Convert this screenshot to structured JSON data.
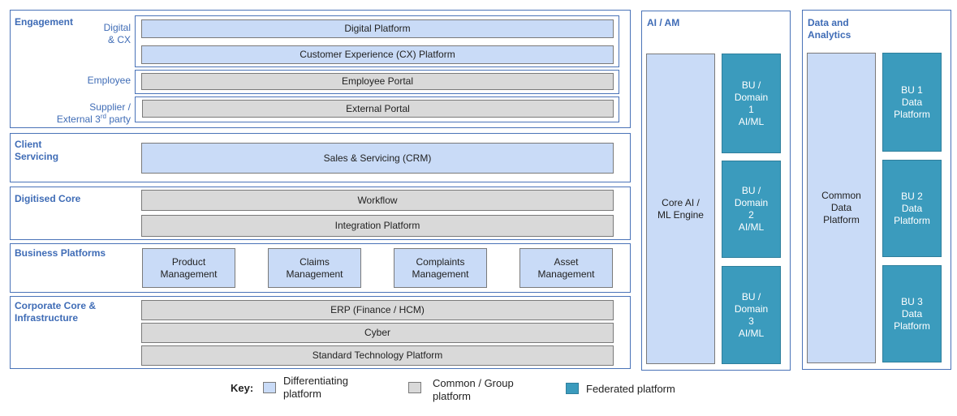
{
  "engagement": {
    "title": "Engagement",
    "rows": [
      {
        "label": [
          "Digital",
          "& CX"
        ],
        "boxes": [
          "Digital Platform",
          "Customer Experience (CX) Platform"
        ]
      },
      {
        "label": [
          "Employee"
        ],
        "boxes": [
          "Employee Portal"
        ]
      },
      {
        "label_line1": "Supplier /",
        "label_line2_pre": "External 3",
        "label_sup": "rd",
        "label_line2_post": " party",
        "boxes": [
          "External Portal"
        ]
      }
    ]
  },
  "client_servicing": {
    "title": [
      "Client",
      "Servicing"
    ],
    "box": "Sales & Servicing (CRM)"
  },
  "digitised_core": {
    "title": "Digitised Core",
    "boxes": [
      "Workflow",
      "Integration Platform"
    ]
  },
  "business_platforms": {
    "title": "Business Platforms",
    "boxes": [
      [
        "Product",
        "Management"
      ],
      [
        "Claims",
        "Management"
      ],
      [
        "Complaints",
        "Management"
      ],
      [
        "Asset",
        "Management"
      ]
    ]
  },
  "corporate_core": {
    "title": [
      "Corporate Core &",
      "Infrastructure"
    ],
    "boxes": [
      "ERP (Finance / HCM)",
      "Cyber",
      "Standard Technology Platform"
    ]
  },
  "ai_am": {
    "title": "AI / AM",
    "core": [
      "Core AI /",
      "ML Engine"
    ],
    "domains": [
      [
        "BU /",
        "Domain",
        "1",
        "AI/ML"
      ],
      [
        "BU /",
        "Domain",
        "2",
        "AI/ML"
      ],
      [
        "BU /",
        "Domain",
        "3",
        "AI/ML"
      ]
    ]
  },
  "data_analytics": {
    "title": [
      "Data and",
      "Analytics"
    ],
    "common": [
      "Common",
      "Data",
      "Platform"
    ],
    "bu": [
      [
        "BU 1",
        "Data",
        "Platform"
      ],
      [
        "BU 2",
        "Data",
        "Platform"
      ],
      [
        "BU 3",
        "Data",
        "Platform"
      ]
    ]
  },
  "key": {
    "label": "Key:",
    "items": [
      {
        "text": [
          "Differentiating",
          "platform"
        ],
        "color": "#c9dbf7"
      },
      {
        "text": [
          "Common / Group",
          "platform"
        ],
        "color": "#d9d9d9"
      },
      {
        "text": [
          "Federated platform"
        ],
        "color": "#3b9bbd"
      }
    ]
  }
}
